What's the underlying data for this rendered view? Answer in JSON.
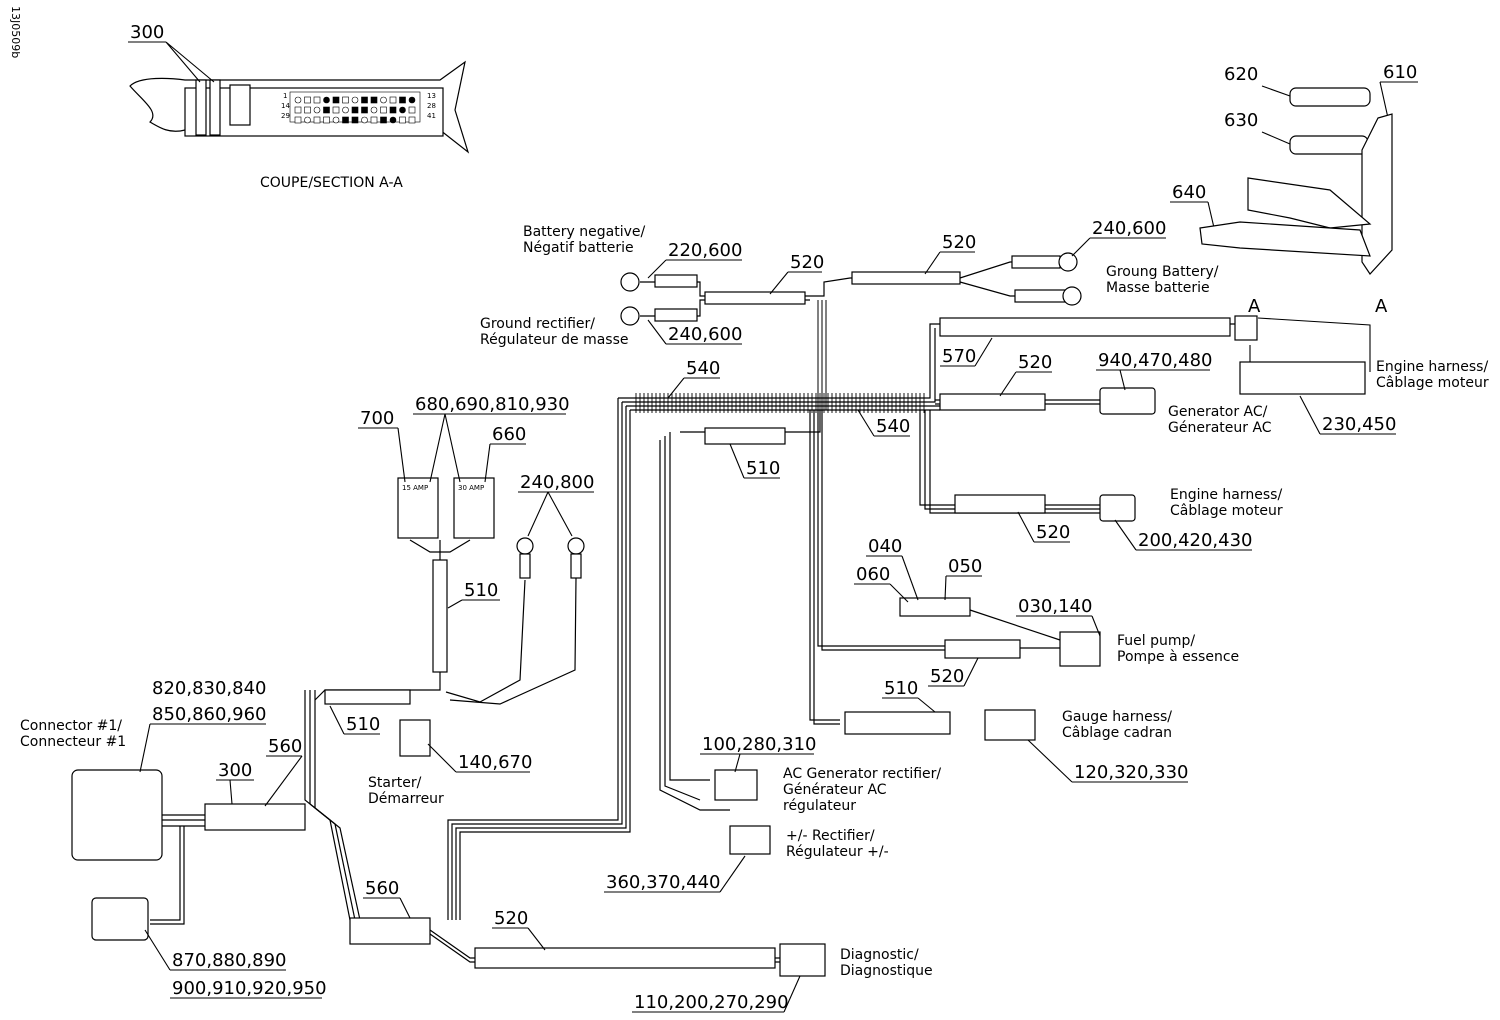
{
  "figure_id": "13J0509b",
  "section": {
    "title": "COUPE/SECTION A-A",
    "callout": "300",
    "pin_row_labels": [
      "1",
      "14",
      "29",
      "13",
      "28",
      "41"
    ],
    "view_markers": [
      "A",
      "A"
    ]
  },
  "callouts": {
    "c300_top": "300",
    "c620": "620",
    "c630": "630",
    "c610": "610",
    "c640": "640",
    "c220_600": "220,600",
    "c520_batt": "520",
    "c520_top": "520",
    "c240_600_right": "240,600",
    "c240_600_left": "240,600",
    "c540_top": "540",
    "c540_mid": "540",
    "c570": "570",
    "c520_gen": "520",
    "c940_470_480": "940,470,480",
    "c230_450": "230,450",
    "c700": "700",
    "c680_690_810_930": "680,690,810,930",
    "c660": "660",
    "c510_mid": "510",
    "c240_800": "240,800",
    "c510_fuse": "510",
    "c520_eng": "520",
    "c200_420_430": "200,420,430",
    "c040": "040",
    "c060": "060",
    "c050": "050",
    "c030_140": "030,140",
    "c520_fuel": "520",
    "c510_gauge": "510",
    "c120_320_330": "120,320,330",
    "c820_830_840": "820,830,840",
    "c850_860_960": "850,860,960",
    "c560_top": "560",
    "c300_conn": "300",
    "c510_start": "510",
    "c140_670": "140,670",
    "c100_280_310": "100,280,310",
    "c360_370_440": "360,370,440",
    "c560_low": "560",
    "c520_diag": "520",
    "c870_880_890": "870,880,890",
    "c900_950": "900,910,920,950",
    "c110_290": "110,200,270,290"
  },
  "labels": {
    "battery_negative": [
      "Battery negative/",
      "Négatif batterie"
    ],
    "ground_rectifier": [
      "Ground rectifier/",
      "Régulateur de masse"
    ],
    "ground_battery": [
      "Groung Battery/",
      "Masse batterie"
    ],
    "engine_harness_top": [
      "Engine harness/",
      "Câblage moteur"
    ],
    "generator_ac": [
      "Generator AC/",
      "Génerateur AC"
    ],
    "engine_harness_mid": [
      "Engine harness/",
      "Câblage moteur"
    ],
    "fuel_pump": [
      "Fuel pump/",
      "Pompe à essence"
    ],
    "gauge_harness": [
      "Gauge harness/",
      "Câblage cadran"
    ],
    "ac_gen_rectifier": [
      "AC Generator rectifier/",
      "Générateur AC",
      "régulateur"
    ],
    "rectifier": [
      "+/- Rectifier/",
      "Régulateur +/-"
    ],
    "starter": [
      "Starter/",
      "Démarreur"
    ],
    "connector1": [
      "Connector #1/",
      "Connecteur #1"
    ],
    "diagnostic": [
      "Diagnostic/",
      "Diagnostique"
    ]
  },
  "fuses": {
    "f15": "15 AMP",
    "f30": "30 AMP"
  }
}
